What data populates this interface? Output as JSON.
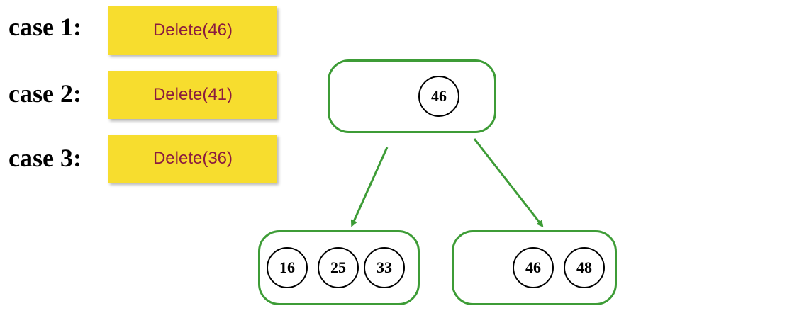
{
  "colors": {
    "case_box_fill": "#f7dd2e",
    "case_text": "#8b1c3f",
    "node_border": "#3d9c36",
    "edge": "#3d9c36"
  },
  "cases": [
    {
      "label": "case 1:",
      "operation": "Delete(46)"
    },
    {
      "label": "case 2:",
      "operation": "Delete(41)"
    },
    {
      "label": "case 3:",
      "operation": "Delete(36)"
    }
  ],
  "tree": {
    "root": {
      "keys": [
        "46"
      ]
    },
    "children": [
      {
        "keys": [
          "16",
          "25",
          "33"
        ]
      },
      {
        "keys": [
          "46",
          "48"
        ]
      }
    ]
  }
}
